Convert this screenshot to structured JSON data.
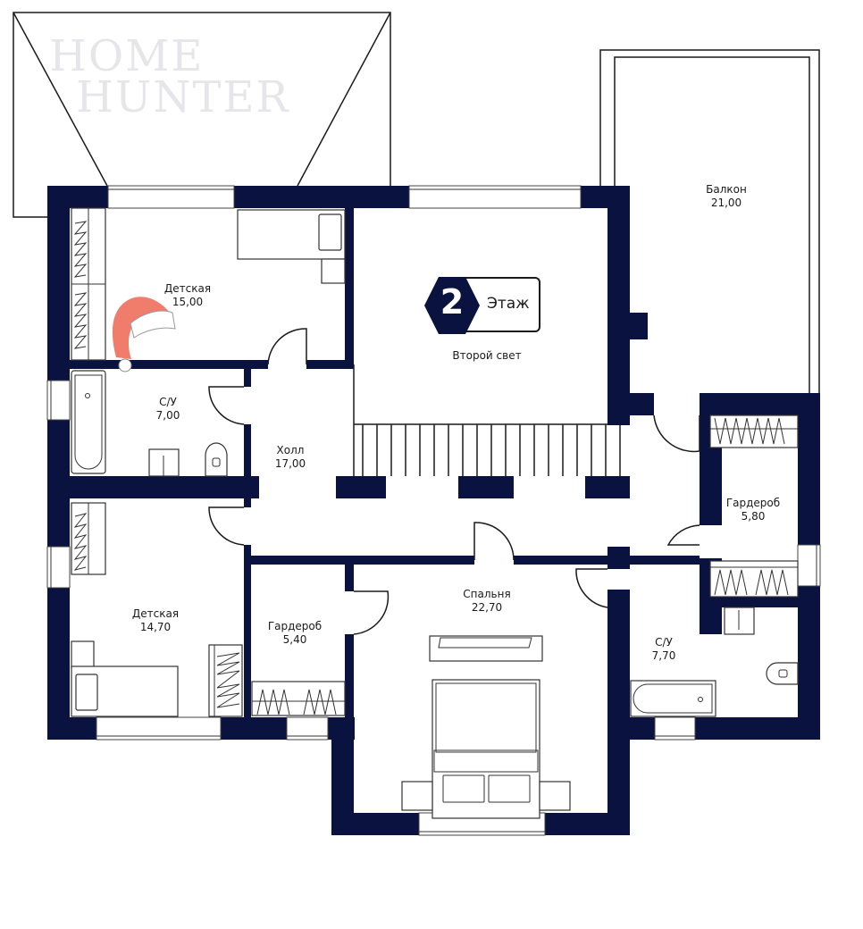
{
  "plan": {
    "floor_number": "2",
    "floor_word": "Этаж",
    "double_height_label": "Второй свет",
    "watermark_line1": "HOME",
    "watermark_line2": "HUNTER",
    "colors": {
      "wall": "#0a1240",
      "accent_hat": "#f07c6c",
      "background": "#ffffff"
    }
  },
  "rooms": [
    {
      "id": "kids1",
      "name": "Детская",
      "area": "15,00"
    },
    {
      "id": "bath1",
      "name": "С/У",
      "area": "7,00"
    },
    {
      "id": "hall",
      "name": "Холл",
      "area": "17,00"
    },
    {
      "id": "kids2",
      "name": "Детская",
      "area": "14,70"
    },
    {
      "id": "wardrobe1",
      "name": "Гардероб",
      "area": "5,40"
    },
    {
      "id": "bedroom",
      "name": "Спальня",
      "area": "22,70"
    },
    {
      "id": "balcony",
      "name": "Балкон",
      "area": "21,00"
    },
    {
      "id": "wardrobe2",
      "name": "Гардероб",
      "area": "5,80"
    },
    {
      "id": "bath2",
      "name": "С/У",
      "area": "7,70"
    }
  ]
}
